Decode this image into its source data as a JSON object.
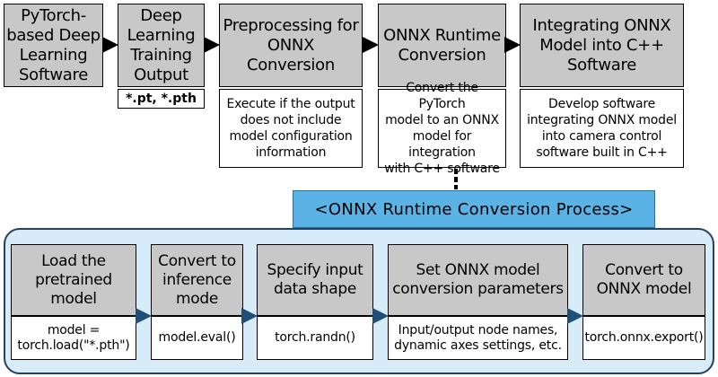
{
  "top_flow": {
    "steps": [
      {
        "title": "PyTorch-\nbased Deep\nLearning\nSoftware"
      },
      {
        "title": "Deep\nLearning\nTraining\nOutput",
        "ext_label": "*.pt, *.pth"
      },
      {
        "title": "Preprocessing for\nONNX\nConversion",
        "note": "Execute if the output\ndoes not include\nmodel configuration\ninformation"
      },
      {
        "title": "ONNX Runtime\nConversion",
        "note": "Convert the PyTorch\nmodel to an ONNX\nmodel for integration\nwith C++ software"
      },
      {
        "title": "Integrating ONNX\nModel into C++\nSoftware",
        "note": "Develop software\nintegrating ONNX model\ninto camera control\nsoftware built in C++"
      }
    ]
  },
  "process": {
    "banner_label": "<ONNX Runtime Conversion Process>",
    "steps": [
      {
        "title": "Load the\npretrained\nmodel",
        "code": "model =\ntorch.load(\"*.pth\")"
      },
      {
        "title": "Convert to\ninference\nmode",
        "code": "model.eval()"
      },
      {
        "title": "Specify input\ndata shape",
        "code": "torch.randn()"
      },
      {
        "title": "Set ONNX model\nconversion parameters",
        "code": "Input/output node names,\ndynamic axes settings, etc."
      },
      {
        "title": "Convert to\nONNX model",
        "code": "torch.onnx.export()"
      }
    ]
  },
  "colors": {
    "step_fill": "#c8c8c8",
    "container_fill": "#d8ebf9",
    "container_border": "#23425e",
    "banner_fill": "#5ab3e4",
    "arrow_top": "#000000",
    "arrow_bottom": "#1f4e79"
  }
}
